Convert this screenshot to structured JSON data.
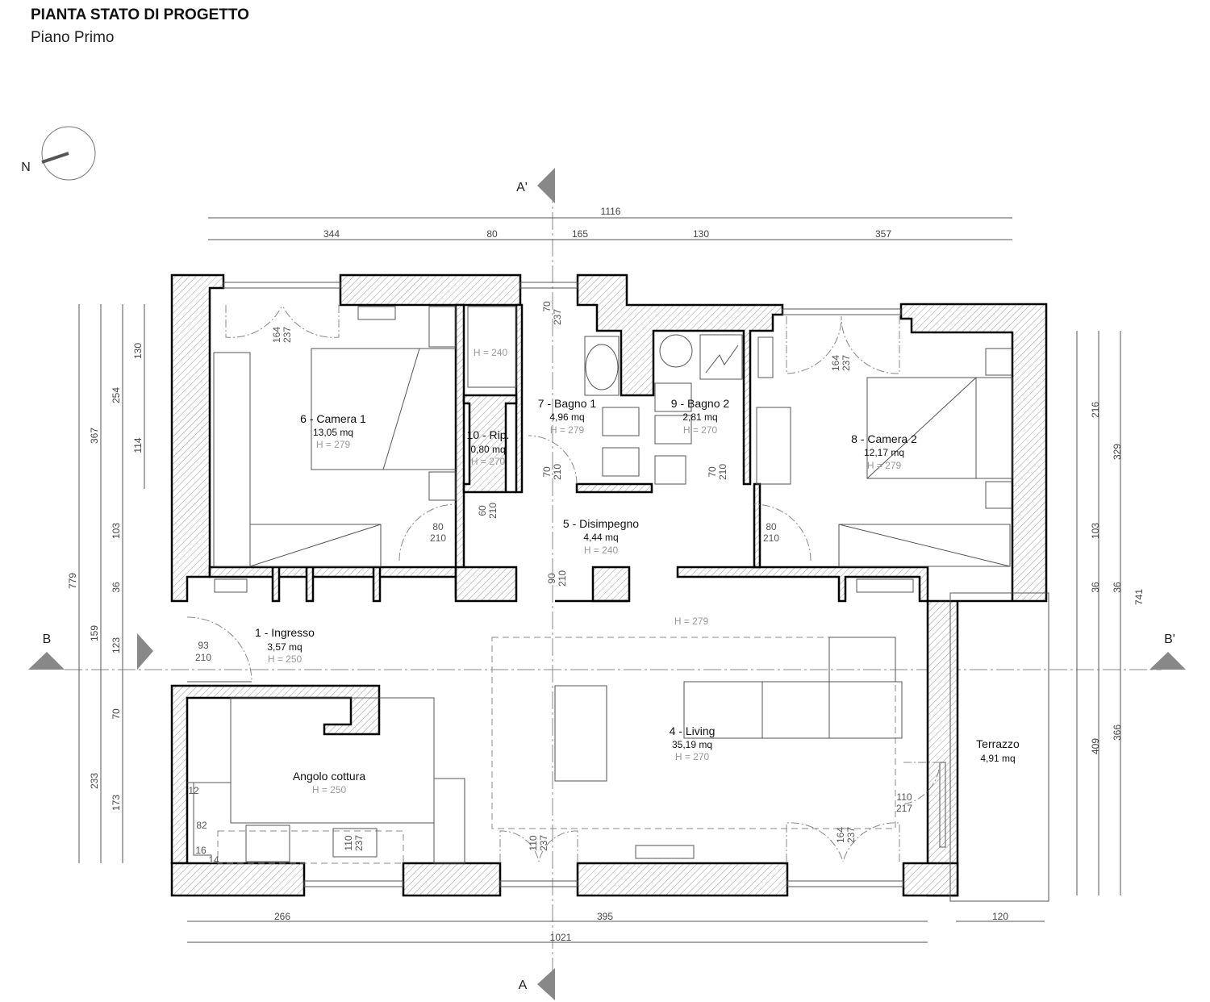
{
  "header": {
    "title": "PIANTA STATO DI PROGETTO",
    "subtitle": "Piano Primo"
  },
  "north_label": "N",
  "sections": {
    "a_top": "A'",
    "a_bottom": "A",
    "b_left": "B",
    "b_right": "B'"
  },
  "rooms": [
    {
      "name": "6 - Camera 1",
      "area": "13,05 mq",
      "height": "H = 279"
    },
    {
      "name": "7 - Bagno 1",
      "area": "4,96 mq",
      "height": "H = 279"
    },
    {
      "name": "9 - Bagno 2",
      "area": "2,81 mq",
      "height": "H = 270"
    },
    {
      "name": "10 - Rip.",
      "area": "0,80 mq",
      "height": "H = 270"
    },
    {
      "name": "8 - Camera 2",
      "area": "12,17 mq",
      "height": "H = 279"
    },
    {
      "name": "5 - Disimpegno",
      "area": "4,44 mq",
      "height": "H = 240"
    },
    {
      "name": "1 - Ingresso",
      "area": "3,57 mq",
      "height": "H = 250"
    },
    {
      "name": "Angolo cottura",
      "height": "H = 250"
    },
    {
      "name": "4 - Living",
      "area": "35,19 mq",
      "height": "H = 270"
    },
    {
      "name": "Terrazzo",
      "area": "4,91 mq"
    }
  ],
  "extra_heights": {
    "closet": "H = 240",
    "living_top": "H = 279"
  },
  "dimensions": {
    "top_total": "1116",
    "top": [
      "344",
      "80",
      "165",
      "130",
      "357"
    ],
    "bottom": [
      "266",
      "395",
      "120"
    ],
    "bottom_total": "1021",
    "left_outer": "779",
    "left_mid": [
      "367",
      "159",
      "233"
    ],
    "left_inner": [
      "130",
      "254",
      "114",
      "103",
      "36",
      "123",
      "70",
      "173"
    ],
    "right_inner": [
      "216",
      "103",
      "36",
      "409"
    ],
    "right_mid": [
      "329",
      "36",
      "366"
    ],
    "right_outer": "741",
    "kitchen": [
      "12",
      "82",
      "16",
      "14"
    ]
  },
  "openings": [
    {
      "w": "164",
      "h": "237"
    },
    {
      "w": "70",
      "h": "237"
    },
    {
      "w": "164",
      "h": "237"
    },
    {
      "w": "70",
      "h": "210"
    },
    {
      "w": "60",
      "h": "210"
    },
    {
      "w": "80",
      "h": "210"
    },
    {
      "w": "70",
      "h": "210"
    },
    {
      "w": "80",
      "h": "210"
    },
    {
      "w": "90",
      "h": "210"
    },
    {
      "w": "93",
      "h": "210"
    },
    {
      "w": "110",
      "h": "237"
    },
    {
      "w": "110",
      "h": "237"
    },
    {
      "w": "110",
      "h": "217"
    },
    {
      "w": "164",
      "h": "237"
    }
  ]
}
